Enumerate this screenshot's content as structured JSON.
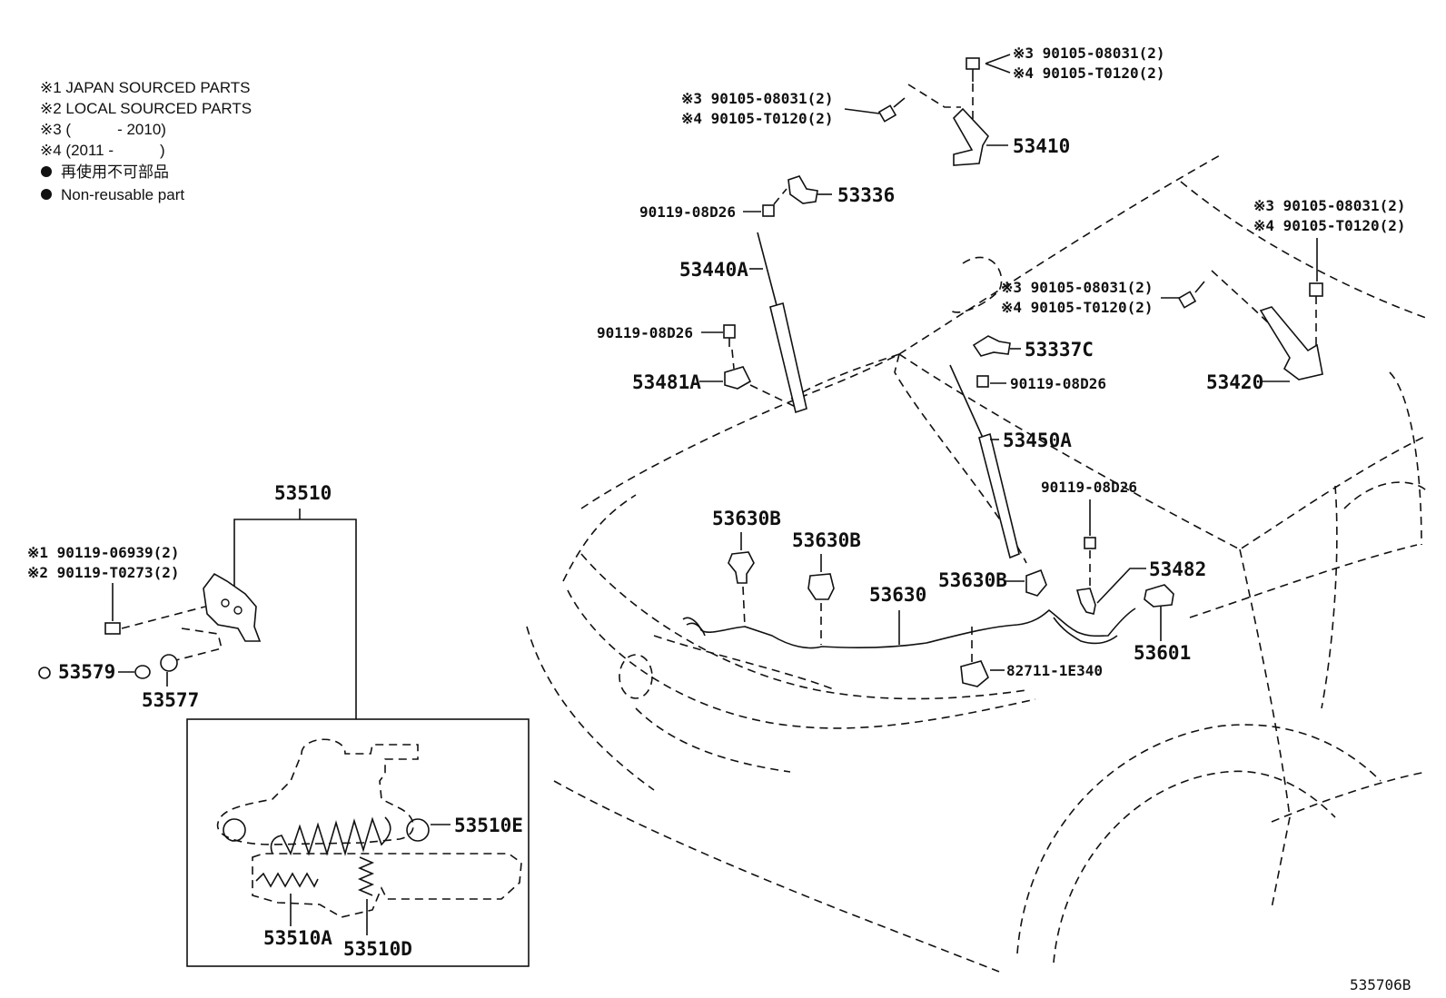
{
  "legend": {
    "line1": "※1 JAPAN SOURCED PARTS",
    "line2": "※2 LOCAL SOURCED PARTS",
    "line3": "※3 (　　　- 2010)",
    "line4": "※4 (2011 -　　　)",
    "line5": "再使用不可部品",
    "line6": "Non-reusable part"
  },
  "labels": {
    "top_a1": "※3  90105-08031(2)",
    "top_a2": "※4  90105-T0120(2)",
    "top_b1": "※3  90105-08031(2)",
    "top_b2": "※4  90105-T0120(2)",
    "p53410": "53410",
    "p53336": "53336",
    "bolt1": "90119-08D26",
    "p53440a": "53440A",
    "bolt2": "90119-08D26",
    "p53481a": "53481A",
    "right_a1": "※3  90105-08031(2)",
    "right_a2": "※4  90105-T0120(2)",
    "mid_a1": "※3  90105-08031(2)",
    "mid_a2": "※4  90105-T0120(2)",
    "p53337c": "53337C",
    "bolt3": "90119-08D26",
    "p53420": "53420",
    "p53450a": "53450A",
    "bolt4": "90119-08D26",
    "p53510": "53510",
    "left_b1": "※1  90119-06939(2)",
    "left_b2": "※2  90119-T0273(2)",
    "p53579": "53579",
    "p53577": "53577",
    "p53630b_1": "53630B",
    "p53630b_2": "53630B",
    "p53630": "53630",
    "p53630b_3": "53630B",
    "p53482": "53482",
    "p53601": "53601",
    "p82711": "82711-1E340",
    "p53510e": "53510E",
    "p53510a": "53510A",
    "p53510d": "53510D",
    "figure_id": "535706B"
  }
}
